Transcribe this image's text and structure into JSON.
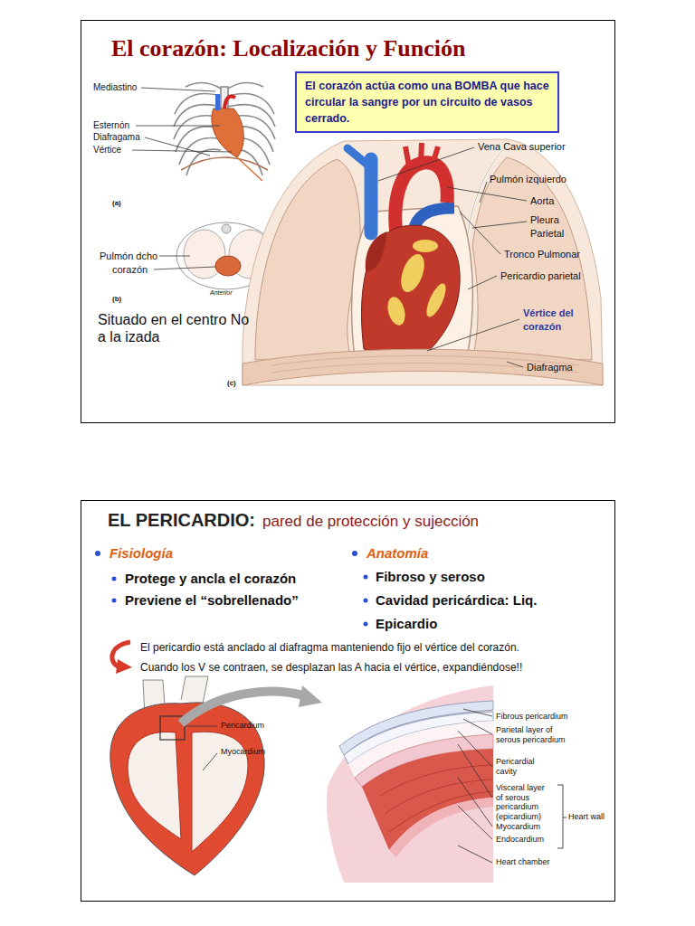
{
  "diagram": {
    "nodes": [
      {
        "text": [
          "El corazón: Localización y Función"
        ]
      },
      {
        "text": [
          "El corazón actúa como una BOMBA que hace circular la sangre por un circuito de vasos cerrado."
        ],
        "in": 0
      },
      {
        "text": [
          "EL PERICARDIO:",
          "pared de protección y sujección"
        ]
      }
    ],
    "labels": [
      "Mediastino",
      "Esternón",
      "Diafragama",
      "Vértice",
      "(a)",
      "Pulmón dcho",
      "corazón",
      "(b)",
      "Anterior",
      "Situado en el centro No a la izada",
      "Vena Cava superior",
      "Pulmón izquierdo",
      "Aorta",
      "Pleura Parietal",
      "Tronco Pulmonar",
      "Pericardio parietal",
      "Vértice del corazón",
      "Diafragma",
      "(c)",
      "Fisiología",
      "Protege y ancla el corazón",
      "Previene el “sobrellenado”",
      "Anatomía",
      "Fibroso y seroso",
      "Cavidad pericárdica: Liq.",
      "Epicardio",
      "El pericardio está anclado al diafragma manteniendo fijo el vértice del corazón.",
      "Cuando los V se contraen, se desplazan las A hacia el vértice, expandiéndose!!",
      "Pericardium",
      "Myocardium",
      "Fibrous pericardium",
      "Parietal layer of serous pericardium",
      "Pericardial cavity",
      "Visceral layer of serous pericardium (epicardium)",
      "Myocardium",
      "Endocardium",
      "Heart wall",
      "Heart chamber"
    ]
  }
}
